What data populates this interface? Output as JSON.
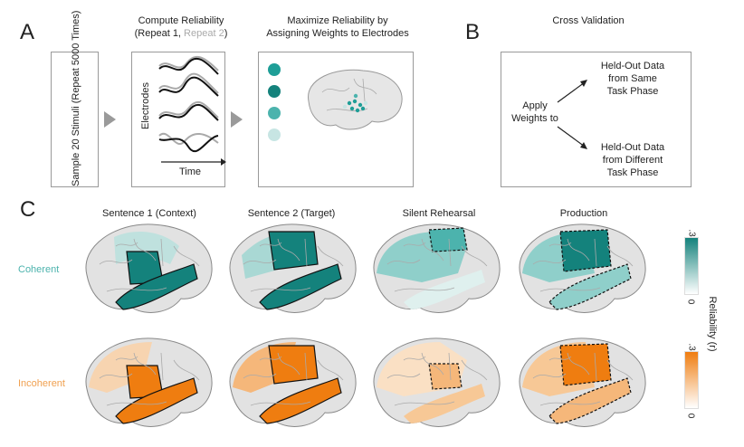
{
  "panels": {
    "a": "A",
    "b": "B",
    "c": "C"
  },
  "panel_a": {
    "sample_box": "Sample 20 Stimuli (Repeat 5000 Times)",
    "compute_title_line1": "Compute Reliability",
    "compute_title_line2_open": "(Repeat 1, ",
    "compute_title_line2_repeat2": "Repeat 2",
    "compute_title_line2_close": ")",
    "electrodes_label": "Electrodes",
    "time_label": "Time",
    "maximize_title_line1": "Maximize Reliability by",
    "maximize_title_line2": "Assigning Weights to Electrodes",
    "weight_colors": [
      "#1e9e97",
      "#14827c",
      "#4cb3ad",
      "#c7e5e3"
    ]
  },
  "panel_b": {
    "title": "Cross Validation",
    "apply_line1": "Apply",
    "apply_line2": "Weights to",
    "same_line1": "Held-Out Data",
    "same_line2": "from Same",
    "same_line3": "Task Phase",
    "diff_line1": "Held-Out Data",
    "diff_line2": "from Different",
    "diff_line3": "Task Phase"
  },
  "panel_c": {
    "columns": [
      "Sentence 1 (Context)",
      "Sentence 2 (Target)",
      "Silent Rehearsal",
      "Production"
    ],
    "rows": [
      {
        "label": "Coherent",
        "color": "#4cb3ad"
      },
      {
        "label": "Incoherent",
        "color": "#f0a050"
      }
    ],
    "colorbar_top": ".3",
    "colorbar_bottom": "0",
    "colorbar_label": "Reliability (r)",
    "coherent_colors": [
      "#ffffff",
      "#14827c"
    ],
    "incoherent_colors": [
      "#ffffff",
      "#ef7d10"
    ]
  }
}
